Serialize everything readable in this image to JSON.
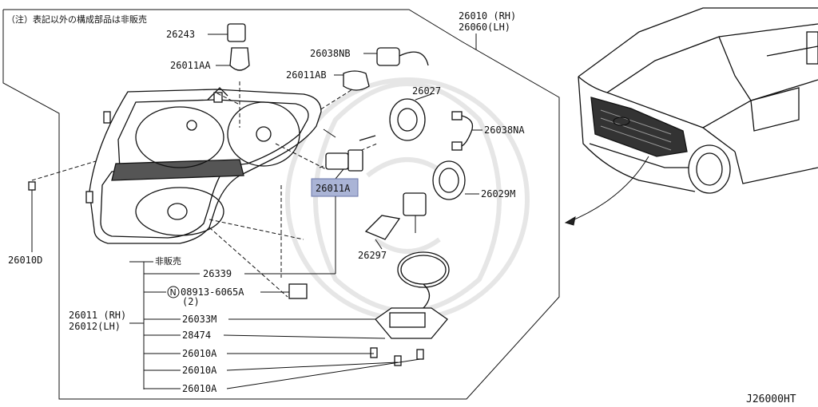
{
  "note": "（注）表記以外の構成部品は非販売",
  "drawing_code": "J26000HT",
  "highlight_color": "#aab4d6",
  "labels": {
    "p26243": "26243",
    "p26011AA": "26011AA",
    "p26038NB": "26038NB",
    "p26011AB": "26011AB",
    "p26027": "26027",
    "p26010rh": "26010 (RH)",
    "p26060lh": "26060(LH)",
    "p26038NA": "26038NA",
    "p26011A": "26011A",
    "p26029M": "26029M",
    "p26297": "26297",
    "p26010D": "26010D",
    "not_sold": "非販売",
    "p26339": "26339",
    "p08913": "08913-6065A",
    "p08913_circle": "N",
    "p08913_qty": "(2)",
    "p26011rh": "26011 (RH)",
    "p26012lh": "26012(LH)",
    "p26033M": "26033M",
    "p28474": "28474",
    "p26010A_1": "26010A",
    "p26010A_2": "26010A",
    "p26010A_3": "26010A"
  }
}
